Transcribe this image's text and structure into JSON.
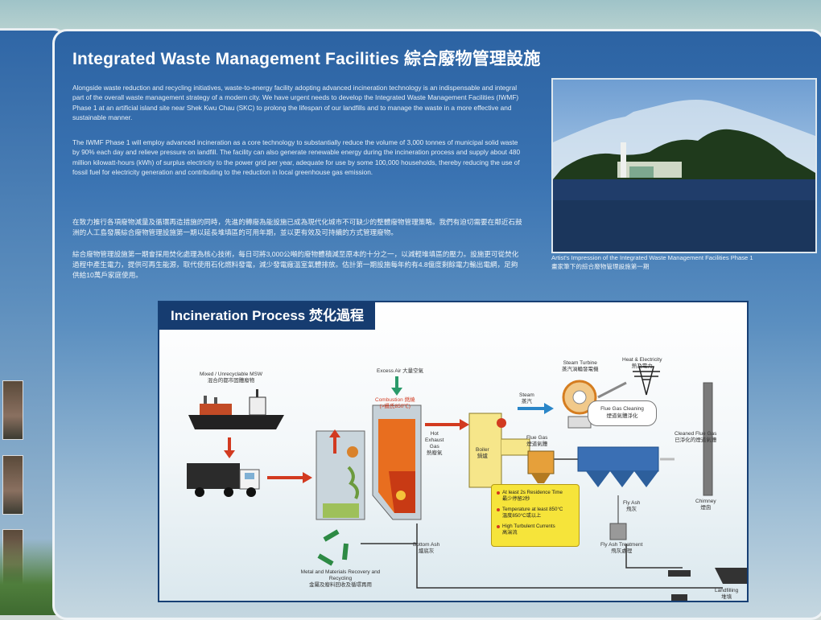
{
  "board": {
    "title": "Integrated Waste Management Facilities 綜合廢物管理設施",
    "en_p1": "Alongside waste reduction and recycling initiatives, waste-to-energy facility adopting advanced incineration technology is an indispensable and integral part of the overall waste management strategy of a modern city. We have urgent needs to develop the Integrated Waste Management Facilities (IWMF) Phase 1 at an artificial island site near Shek Kwu Chau (SKC) to prolong the lifespan of our landfills and to manage the waste in a more effective and sustainable manner.",
    "en_p2": "The IWMF Phase 1 will employ advanced incineration as a core technology to substantially reduce the volume of 3,000 tonnes of municipal solid waste by 90% each day and relieve pressure on landfill. The facility can also generate renewable energy during the incineration process and supply about 480 million kilowatt-hours (kWh) of surplus electricity to the power grid per year, adequate for use by some 100,000 households, thereby reducing the use of fossil fuel for electricity generation and contributing to the reduction in local greenhouse gas emission.",
    "zh_p1": "在致力推行各項廢物減量及循環再造措施的同時，先進的轉廢為能設施已成為現代化城市不可缺少的整體廢物管理策略。我們有迫切需要在鄰近石鼓洲的人工島發展綜合廢物管理設施第一期以延長堆填區的可用年期，並以更有效及可持續的方式管理廢物。",
    "zh_p2": "綜合廢物管理設施第一期會採用焚化處理為核心技術，每日可將3,000公噸的廢物體積減至原本的十分之一，以減輕堆填區的壓力。設施更可從焚化過程中產生電力，提供可再生能源，取代使用石化燃料發電，減少發電廠溫室氣體排放。估計第一期設施每年約有4.8億度剩餘電力輸出電網，足夠供給10萬戶家庭使用。",
    "caption_en": "Artist's Impression of the Integrated Waste Management Facilities Phase 1",
    "caption_zh": "畫家筆下的綜合廢物管理設施第一期"
  },
  "process": {
    "title": "Incineration Process 焚化過程",
    "msw_en": "Mixed / Unrecyclable MSW",
    "msw_zh": "混合的都市固體廢物",
    "excess_air_en": "Excess Air",
    "excess_air_zh": "大量空氣",
    "combustion_en": "Combustion",
    "combustion_zh": "燃燒",
    "combustion_temp": "(>攝氏850℃)",
    "hot_gas_en": "Hot Exhaust Gas",
    "hot_gas_zh": "熱廢氣",
    "boiler_en": "Boiler",
    "boiler_zh": "鍋爐",
    "steam_en": "Steam",
    "steam_zh": "蒸汽",
    "turbine_en": "Steam Turbine",
    "turbine_zh": "蒸汽渦輪發電機",
    "heat_en": "Heat & Electricity",
    "heat_zh": "熱及電力",
    "flue_gas_en": "Flue Gas",
    "flue_gas_zh": "煙道氣體",
    "flue_clean_en": "Flue Gas Cleaning",
    "flue_clean_zh": "煙道氣體淨化",
    "cleaned_en": "Cleaned Flue Gas",
    "cleaned_zh": "已淨化的煙道氣體",
    "chimney_en": "Chimney",
    "chimney_zh": "煙囪",
    "fly_ash_en": "Fly Ash",
    "fly_ash_zh": "飛灰",
    "fly_ash_treat_en": "Fly Ash Treatment",
    "fly_ash_treat_zh": "飛灰處理",
    "bottom_ash_en": "Bottom Ash",
    "bottom_ash_zh": "爐底灰",
    "metal_en": "Metal and Materials Recovery and Recycling",
    "metal_zh": "金屬及廢料回收及循環再用",
    "landfill_en": "Landfilling",
    "landfill_zh": "堆填",
    "yb1_en": "At least 2s Residence Time",
    "yb1_zh": "最少停留2秒",
    "yb2_en": "Temperature at least 850°C",
    "yb2_zh": "溫度850°C或以上",
    "yb3_en": "High Turbulent Currents",
    "yb3_zh": "高湍流"
  }
}
